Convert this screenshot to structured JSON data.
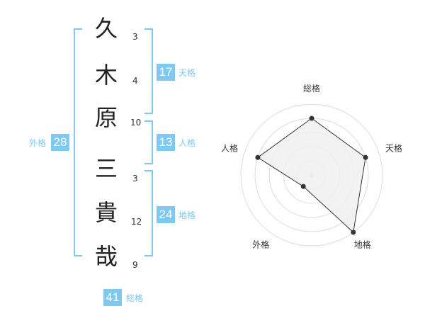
{
  "name_chars": [
    {
      "char": "久",
      "strokes": "3"
    },
    {
      "char": "木",
      "strokes": "4"
    },
    {
      "char": "原",
      "strokes": "10"
    },
    {
      "char": "三",
      "strokes": "3"
    },
    {
      "char": "貴",
      "strokes": "12"
    },
    {
      "char": "哉",
      "strokes": "9"
    }
  ],
  "scores": {
    "tenkaku": {
      "value": "17",
      "label": "天格"
    },
    "jinkaku": {
      "value": "13",
      "label": "人格"
    },
    "chikaku": {
      "value": "24",
      "label": "地格"
    },
    "gaikaku": {
      "value": "28",
      "label": "外格"
    },
    "soukaku": {
      "value": "41",
      "label": "総格"
    }
  },
  "radar": {
    "axes": [
      "総格",
      "天格",
      "地格",
      "外格",
      "人格"
    ],
    "levels": 5,
    "values": [
      4,
      4,
      5,
      1,
      4
    ],
    "fill_color": "#f0f0f0",
    "line_color": "#333333"
  },
  "colors": {
    "accent": "#7dc9f4"
  }
}
